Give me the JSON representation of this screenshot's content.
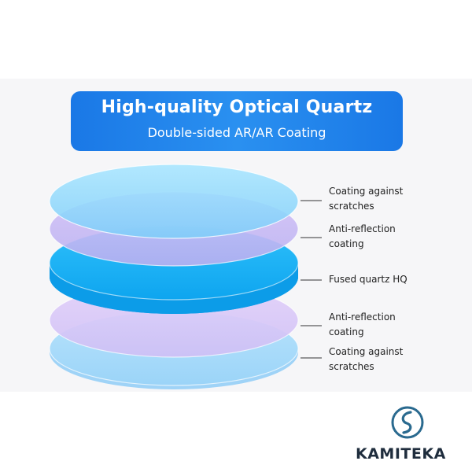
{
  "banner": {
    "title": "High-quality Optical Quartz",
    "subtitle": "Double-sided AR/AR Coating"
  },
  "layers": [
    {
      "id": "top-scratch-coating",
      "label": "Coating against scratches",
      "color": "#8fd8ff"
    },
    {
      "id": "top-ar-coating",
      "label": "Anti-reflection coating",
      "color": "#c9b3f5"
    },
    {
      "id": "fused-quartz",
      "label": "Fused quartz HQ",
      "color": "#1cb2f5"
    },
    {
      "id": "bottom-ar-coating",
      "label": "Anti-reflection coating",
      "color": "#d8c3f7"
    },
    {
      "id": "bottom-scratch-coating",
      "label": "Coating against scratches",
      "color": "#a9dcfb"
    }
  ],
  "labels": {
    "l1_a": "Coating against",
    "l1_b": "scratches",
    "l2_a": "Anti-reflection",
    "l2_b": "coating",
    "l3_a": "Fused quartz HQ",
    "l4_a": "Anti-reflection",
    "l4_b": "coating",
    "l5_a": "Coating against",
    "l5_b": "scratches"
  },
  "brand": {
    "part1": "KAMI",
    "part2": "TEKA",
    "icon": "swirl-circle-logo-icon",
    "color": "#2a6a8f"
  }
}
